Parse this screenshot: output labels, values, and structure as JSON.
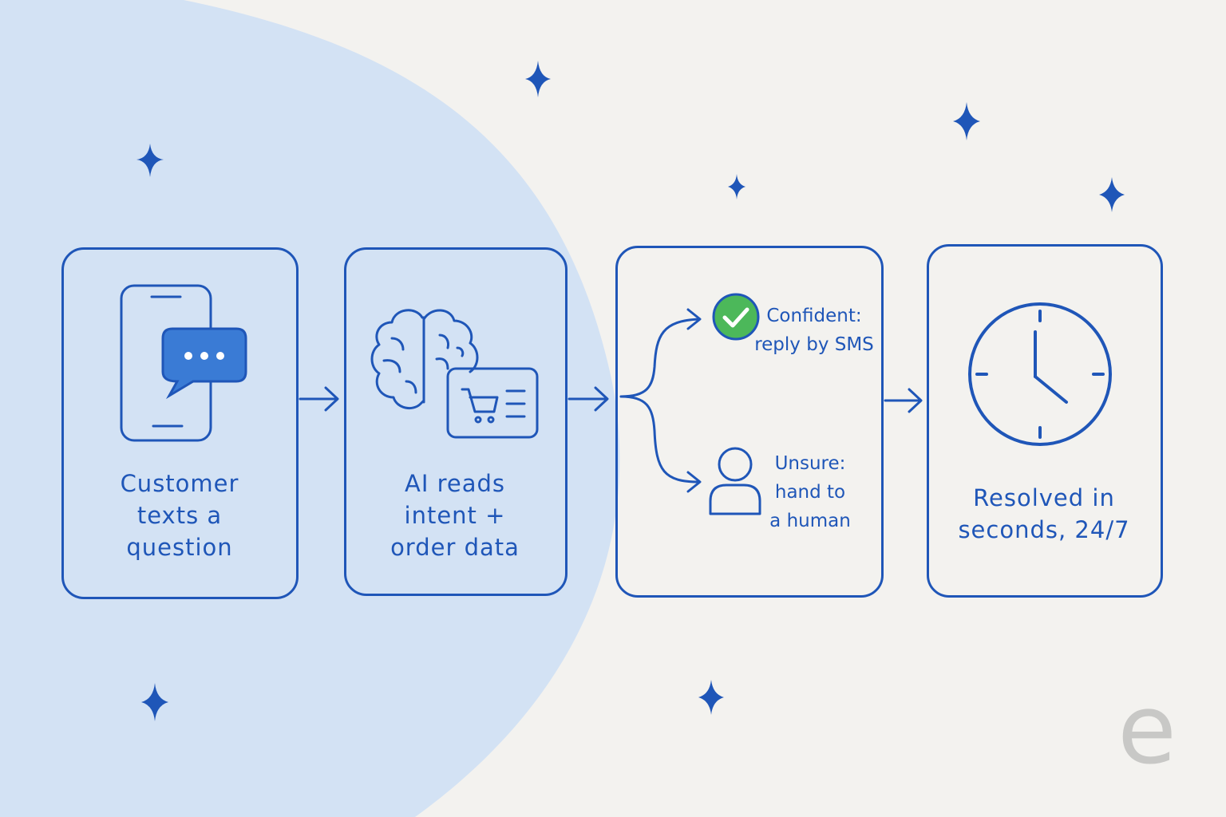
{
  "colors": {
    "ink": "#1f56b8",
    "background": "#f3f2ef",
    "blob": "#d3e2f4",
    "check_green": "#4cb85a",
    "bubble_blue": "#3a7bd5",
    "logo_gray": "#c8c8c6"
  },
  "steps": [
    {
      "icon": "phone-chat-icon",
      "caption": "Customer\ntexts a\nquestion"
    },
    {
      "icon": "brain-order-icon",
      "caption": "AI reads\nintent +\norder data"
    },
    {
      "icon": "branch-icon",
      "branches": [
        {
          "icon": "check-circle-icon",
          "text": "Confident:\nreply by SMS"
        },
        {
          "icon": "person-icon",
          "text": "Unsure:\nhand to\na human"
        }
      ]
    },
    {
      "icon": "clock-icon",
      "caption": "Resolved in\nseconds, 24/7"
    }
  ],
  "decorations": {
    "sparkle_icon": "sparkle-icon",
    "logo_letter": "e"
  }
}
